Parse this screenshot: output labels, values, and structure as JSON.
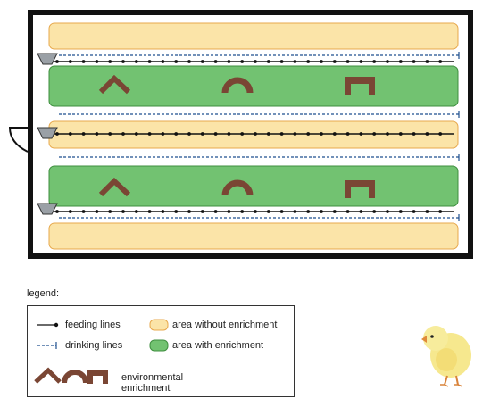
{
  "legend": {
    "title": "legend:",
    "feeding": "feeding lines",
    "drinking": "drinking lines",
    "without": "area without enrichment",
    "with": "area with enrichment",
    "enrichment_line1": "environmental",
    "enrichment_line2": "enrichment"
  },
  "colors": {
    "wall": "#111111",
    "no_enrichment_fill": "#fbe4a8",
    "no_enrichment_stroke": "#e7a84c",
    "enrichment_fill": "#72c271",
    "enrichment_stroke": "#3f8f3f",
    "enrichment_object": "#7a4634",
    "feeding_line": "#111111",
    "drinking_line": "#1f4f8f",
    "feeder": "#9aa0a6"
  },
  "icons": [
    "feeder-icon",
    "ramp-icon",
    "arch-icon",
    "step-icon",
    "chick-icon"
  ]
}
